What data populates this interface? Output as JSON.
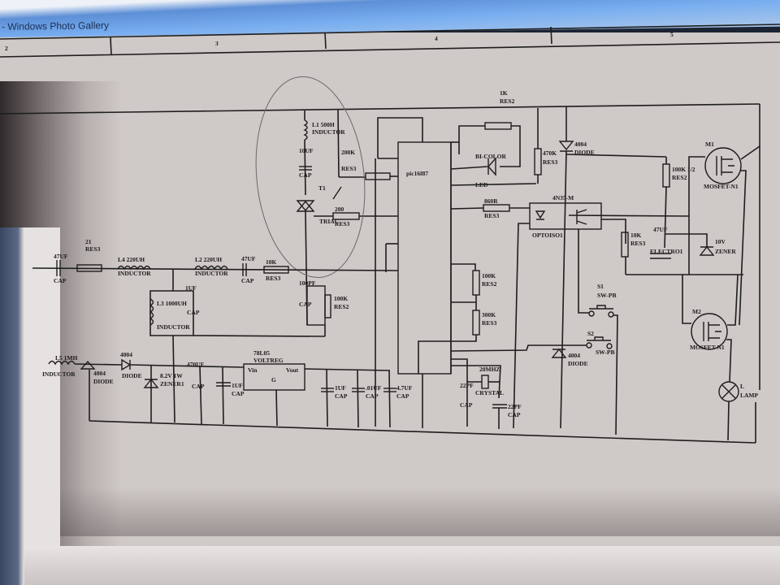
{
  "window": {
    "title": "- Windows Photo Gallery"
  },
  "grid_header": {
    "columns": [
      "2",
      "3",
      "4",
      "5"
    ]
  },
  "components": {
    "r21": {
      "value": "21",
      "type": "RES3"
    },
    "c_in": {
      "value": "47UF",
      "type": "CAP"
    },
    "l4": {
      "value": "L4 220UH",
      "type": "INDUCTOR"
    },
    "l2": {
      "value": "L2 220UH",
      "type": "INDUCTOR"
    },
    "c47": {
      "value": "47UF",
      "type": "CAP"
    },
    "r10k": {
      "value": "10K",
      "type": "RES3"
    },
    "l3": {
      "value": "L3 1000UH",
      "type": "INDUCTOR"
    },
    "c1uf": {
      "value": "1UF",
      "type": "CAP"
    },
    "l1": {
      "value": "L1 500H",
      "type": "INDUCTOR"
    },
    "c_l1": {
      "value": "10UF",
      "type": "CAP"
    },
    "r200k": {
      "value": "200K",
      "type": "RES3"
    },
    "t1": {
      "value": "T1",
      "type": "TRIAC"
    },
    "r200": {
      "value": "200",
      "type": "RES3"
    },
    "c100": {
      "value": "100PF",
      "type": "CAP"
    },
    "r_pot": {
      "value": "100K",
      "type": "RES2"
    },
    "mcu": {
      "value": "pic16f87",
      "type": ""
    },
    "r1k": {
      "value": "1K",
      "type": "RES2"
    },
    "led": {
      "value": "BI-COLOR",
      "type": "LED"
    },
    "r470": {
      "value": "470K",
      "type": "RES3"
    },
    "d_top": {
      "value": "4004",
      "type": "DIODE"
    },
    "r860": {
      "value": "860R",
      "type": "RES3"
    },
    "opto": {
      "value": "4N35-M",
      "type": "OPTOISO1"
    },
    "r10k2": {
      "value": "100K 1/2",
      "type": "RES2"
    },
    "m1": {
      "value": "M1",
      "type": "MOSFET-N1"
    },
    "r10k3": {
      "value": "10K",
      "type": "RES3"
    },
    "c47e": {
      "value": "47UF",
      "type": "ELECTRO1"
    },
    "zener10": {
      "value": "10V",
      "type": "ZENER"
    },
    "r100k": {
      "value": "100K",
      "type": "RES2"
    },
    "r300k": {
      "value": "300K",
      "type": "RES3"
    },
    "s1": {
      "value": "S1",
      "type": "SW-PB"
    },
    "s2": {
      "value": "S2",
      "type": "SW-PB"
    },
    "d_sw": {
      "value": "4004",
      "type": "DIODE"
    },
    "m2": {
      "value": "M2",
      "type": "MOSFET-N1"
    },
    "lamp": {
      "value": "L",
      "type": "LAMP"
    },
    "xtal": {
      "value": "20MHZ",
      "type": "CRYSTAL"
    },
    "c22a": {
      "value": "22PF",
      "type": "CAP"
    },
    "c22b": {
      "value": "22PF",
      "type": "CAP"
    },
    "l_in": {
      "value": "L5 1MH",
      "type": "INDUCTOR"
    },
    "d_in": {
      "value": "4004",
      "type": "DIODE"
    },
    "d_in2": {
      "value": "4004",
      "type": "DIODE"
    },
    "z82": {
      "value": "8.2V 1W",
      "type": "ZENER1"
    },
    "c470": {
      "value": "470UF",
      "type": "CAP"
    },
    "c1u": {
      "value": "1UF",
      "type": "CAP"
    },
    "reg": {
      "value": "78L05",
      "type": "VOLTREG",
      "vin": "Vin",
      "vout": "Vout",
      "gnd": "G"
    },
    "c1u2": {
      "value": "1UF",
      "type": "CAP"
    },
    "c01": {
      "value": ".01UF",
      "type": "CAP"
    },
    "c47u": {
      "value": "4.7UF",
      "type": "CAP"
    }
  }
}
